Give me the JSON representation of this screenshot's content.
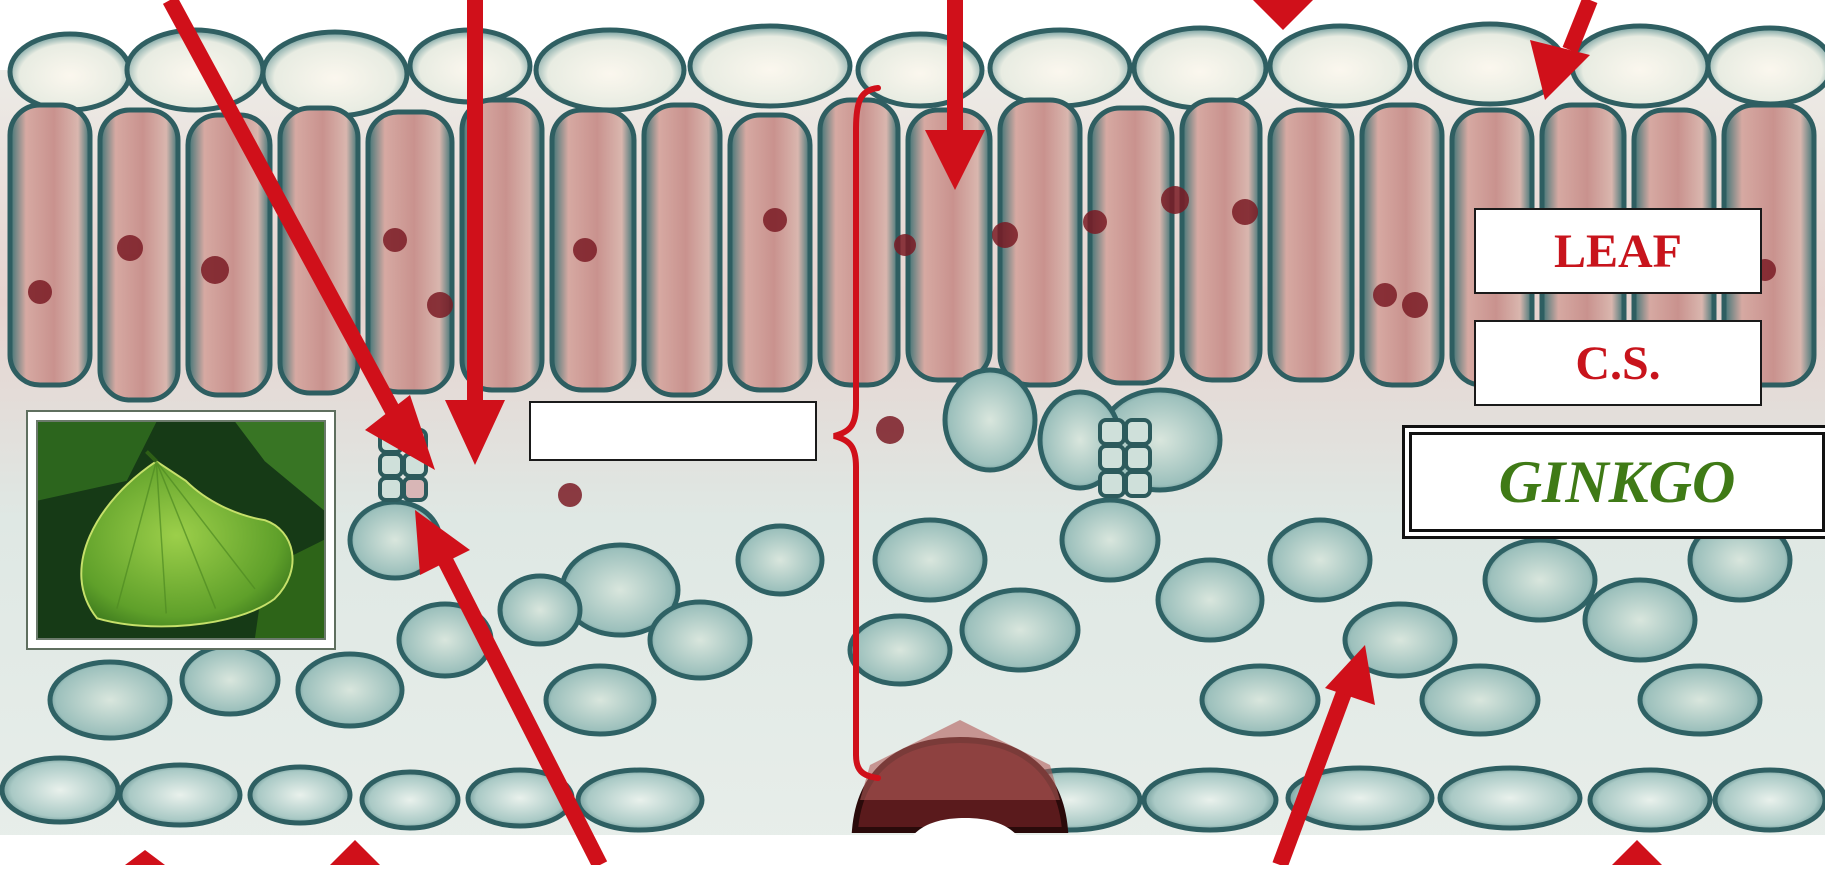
{
  "labels": {
    "leaf": "LEAF",
    "cs": "C.S.",
    "genus": "GINKGO",
    "blank": ""
  },
  "colors": {
    "arrow": "#d0101a",
    "label_text": "#c8141c",
    "genus_text": "#3f7a16",
    "tissue_teal": "#4f8e90",
    "tissue_pink": "#d9a7a0",
    "nucleus": "#7a1b24",
    "background_tissue": "#e9efe8"
  },
  "icons": {
    "inset": "ginkgo-leaf-photo"
  }
}
